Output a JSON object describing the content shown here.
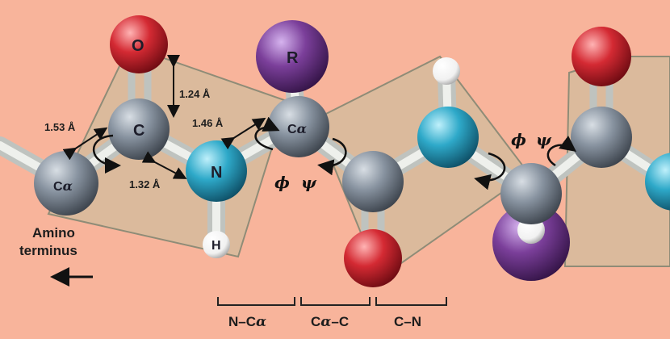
{
  "atoms": {
    "calpha_left": {
      "main": "C",
      "sub": "α"
    },
    "carbonyl_c": "C",
    "oxygen": "O",
    "nitrogen": "N",
    "hydrogen": "H",
    "side_chain": "R",
    "calpha_mid": {
      "main": "C",
      "sub": "α"
    }
  },
  "bond_lengths": {
    "calpha_c": "1.53 Å",
    "c_o": "1.24 Å",
    "n_calpha": "1.46 Å",
    "c_n": "1.32 Å"
  },
  "torsion_angles": {
    "phi": "ϕ",
    "psi": "ψ"
  },
  "terminus_label": {
    "line1": "Amino",
    "line2": "terminus"
  },
  "bond_segments": [
    {
      "main": "N–C",
      "sub": "α"
    },
    {
      "main": "C",
      "sub": "α",
      "tail": "–C"
    },
    {
      "main": "C–N",
      "sub": "",
      "tail": ""
    }
  ],
  "colors": {
    "background": "#f8b49b",
    "carbon": "#7f8a96",
    "nitrogen": "#2ea9c9",
    "oxygen": "#d42a33",
    "r_group": "#7b3f9a",
    "hydrogen": "#ffffff",
    "plane": "#c2c09c"
  }
}
